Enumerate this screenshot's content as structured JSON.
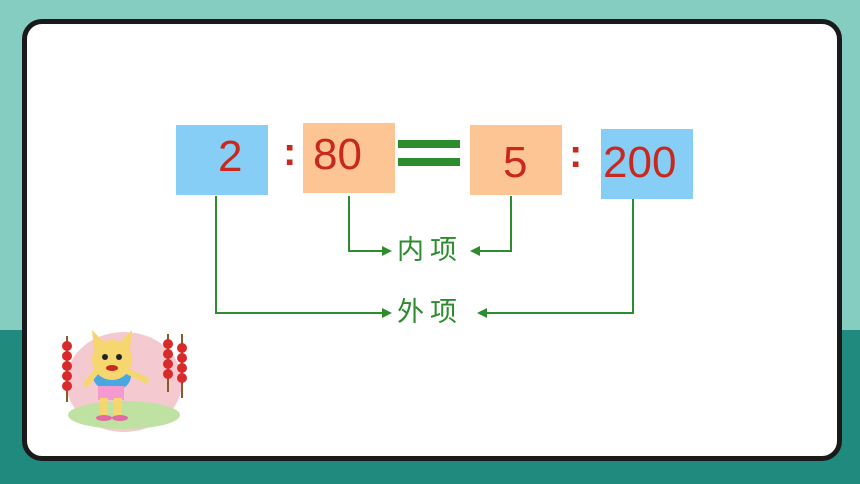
{
  "proportion": {
    "terms": [
      "2",
      "80",
      "5",
      "200"
    ],
    "colon": ":"
  },
  "labels": {
    "inner": "内项",
    "outer": "外项"
  },
  "colors": {
    "blue_box": "#87cef6",
    "orange_box": "#fdc593",
    "number_text": "#c8281e",
    "equals_and_lines": "#2d8c2d",
    "card_border": "#1a1a1a",
    "background_top": "#86cdc1",
    "background_bottom": "#1f8a7d"
  }
}
